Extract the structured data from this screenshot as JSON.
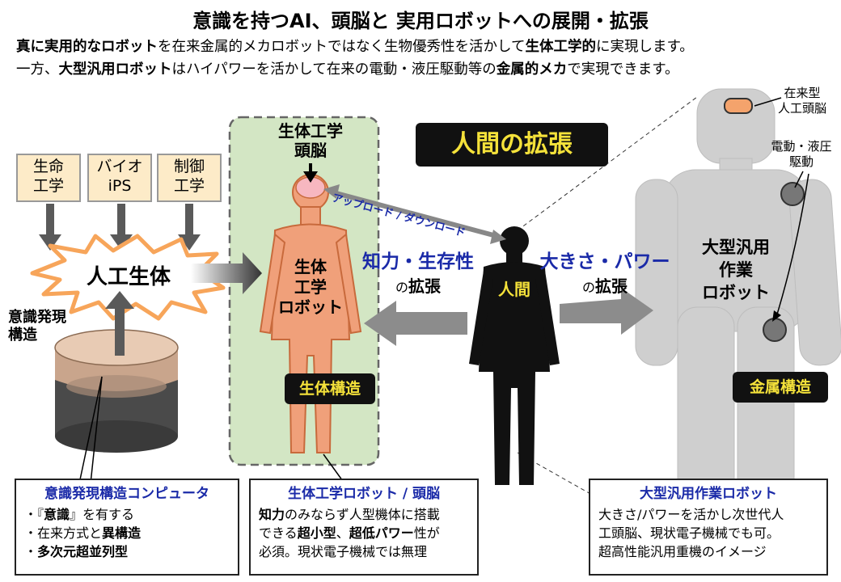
{
  "title": "意識を持つAI、頭脳と 実用ロボットへの展開・拡張",
  "intro": {
    "line1": [
      {
        "text": "真に実用的なロボット",
        "bold": true
      },
      {
        "text": "を在来金属的メカロボットではなく生物優秀性を活かして",
        "bold": false
      },
      {
        "text": "生体工学的",
        "bold": true
      },
      {
        "text": "に実現します。",
        "bold": false
      }
    ],
    "line2": [
      {
        "text": "一方、",
        "bold": false
      },
      {
        "text": "大型汎用ロボット",
        "bold": true
      },
      {
        "text": "はハイパワーを活かして在来の電動・液圧駆動等の",
        "bold": false
      },
      {
        "text": "金属的メカ",
        "bold": true
      },
      {
        "text": "で実現できます。",
        "bold": false
      }
    ]
  },
  "sources": [
    {
      "line1": "生命",
      "line2": "工学"
    },
    {
      "line1": "バイオ",
      "line2": "iPS"
    },
    {
      "line1": "制御",
      "line2": "工学"
    }
  ],
  "artificial_body": "人工生体",
  "consciousness_structure": {
    "line1": "意識発現",
    "line2": "構造"
  },
  "bio_brain": {
    "line1": "生体工学",
    "line2": "頭脳"
  },
  "bio_robot": {
    "line1": "生体",
    "line2": "工学",
    "line3": "ロボット"
  },
  "bio_structure": "生体構造",
  "upload_download": "アップロード / ダウンロード",
  "human_extension": "人間の拡張",
  "intellect_ext": {
    "line1": "知力・生存性",
    "particle": "の",
    "line2": "拡張"
  },
  "size_ext": {
    "line1": "大きさ・パワー",
    "particle": "の",
    "line2": "拡張"
  },
  "human": "人間",
  "conventional_brain": {
    "line1": "在来型",
    "line2": "人工頭脳"
  },
  "drive": {
    "line1": "電動・液圧",
    "line2": "駆動"
  },
  "large_robot": {
    "line1": "大型汎用",
    "line2": "作業",
    "line3": "ロボット"
  },
  "metal_structure": "金属構造",
  "box_computer": {
    "title": "意識発現構造コンピュータ",
    "items": [
      {
        "prefix": "・『",
        "bold": "意識",
        "suffix": "』を有する"
      },
      {
        "prefix": "・在来方式と",
        "bold": "異構造",
        "suffix": ""
      },
      {
        "prefix": "・",
        "bold": "多次元超並列型",
        "suffix": ""
      }
    ]
  },
  "box_bio": {
    "title": "生体工学ロボット / 頭脳",
    "line1": [
      {
        "text": "知力",
        "bold": true
      },
      {
        "text": "のみならず人型機体に搭載",
        "bold": false
      }
    ],
    "line2": [
      {
        "text": "できる",
        "bold": false
      },
      {
        "text": "超小型",
        "bold": true
      },
      {
        "text": "、",
        "bold": false
      },
      {
        "text": "超低パワー",
        "bold": true
      },
      {
        "text": "性が",
        "bold": false
      }
    ],
    "line3": [
      {
        "text": "必須。現状電子機械では無理",
        "bold": false
      }
    ]
  },
  "box_large": {
    "title": "大型汎用作業ロボット",
    "line1": "大きさ/パワーを活かし次世代人",
    "line2": "工頭脳、現状電子機械でも可。",
    "line3": "超高性能汎用重機のイメージ"
  },
  "colors": {
    "bio_panel": "#d3e6c4",
    "skin": "#f0a07a",
    "gray_robot": "#cfcfcf",
    "blue": "#1a2aa8",
    "yellow": "#f5e23a",
    "source_box": "#fdebc8"
  }
}
